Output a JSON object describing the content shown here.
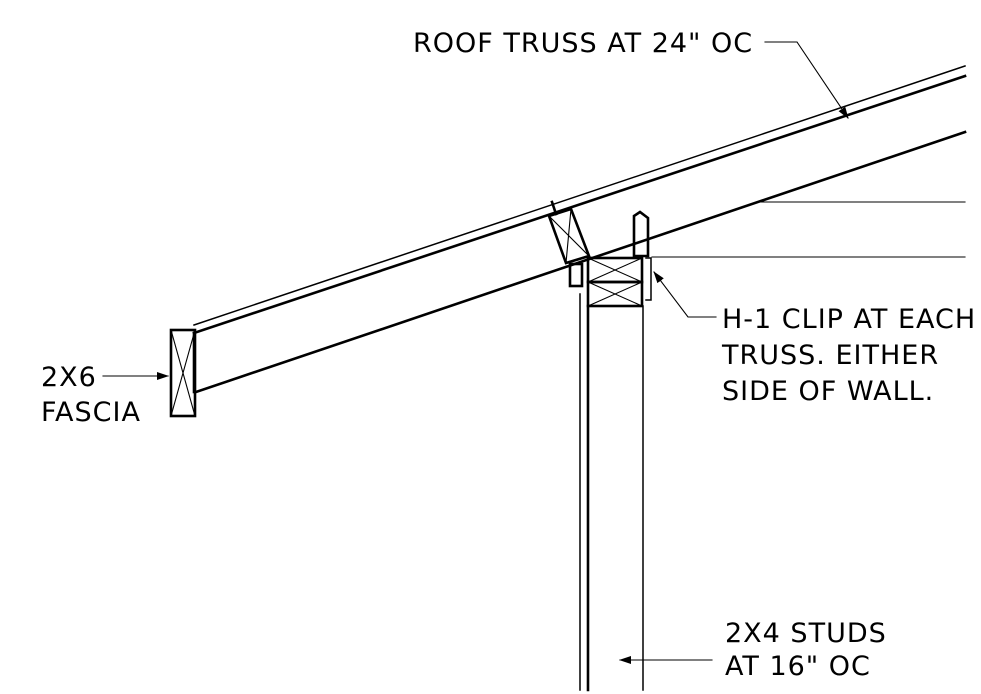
{
  "labels": {
    "roof_truss": "ROOF TRUSS AT 24\" OC",
    "fascia_line1": "2X6",
    "fascia_line2": "FASCIA",
    "clip_line1": "H-1 CLIP AT EACH",
    "clip_line2": "TRUSS. EITHER",
    "clip_line3": "SIDE OF WALL.",
    "studs_line1": "2X4 STUDS",
    "studs_line2": "AT 16\" OC"
  },
  "colors": {
    "line": "#000000",
    "background": "#ffffff"
  }
}
